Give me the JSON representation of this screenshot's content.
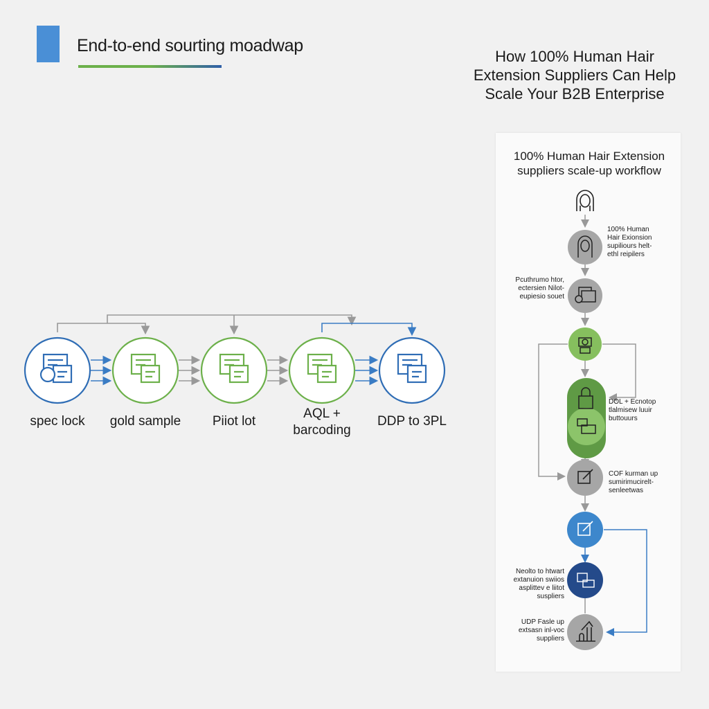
{
  "roadmap": {
    "title": "End-to-end sourting moadwap",
    "steps": [
      {
        "label": "spec lock",
        "icon": "document-search-lock-icon",
        "color": "#2f6db5"
      },
      {
        "label": "gold sample",
        "icon": "hair-sample-icon",
        "color": "#6cb04a"
      },
      {
        "label": "Piiot lot",
        "icon": "stacked-documents-icon",
        "color": "#6cb04a"
      },
      {
        "label": "AQL +",
        "label2": "barcoding",
        "icon": "edit-document-icon",
        "color": "#6cb04a"
      },
      {
        "label": "DDP to 3PL",
        "icon": "shipping-boards-icon",
        "color": "#2f6db5"
      }
    ]
  },
  "main_title": {
    "line1": "How 100% Human Hair",
    "line2": "Extension Suppliers Can Help",
    "line3": "Scale Your B2B Enterprise"
  },
  "workflow": {
    "title_line1": "100% Human Hair Extension",
    "title_line2": "suppliers scale-up workflow",
    "nodes": [
      {
        "icon": "woman-portrait-icon",
        "lines": [
          "100% Human",
          "Hair Exionsion",
          "supiliours helt-",
          "ethl reipilers"
        ]
      },
      {
        "icon": "documents-chat-icon",
        "lines": [
          "Pcuthrumo htor,",
          "ectersien Nilot-",
          "eupiesio souet"
        ]
      },
      {
        "icon": "scale-icon",
        "lines": []
      },
      {
        "icon": "lock-user-icon",
        "lines": [
          "DOL + Ecnotop",
          "tlalmisew luuir",
          "buttouurs"
        ]
      },
      {
        "icon": "edit-icon",
        "lines": [
          "COF kurman  up",
          "sumirimucirelt-",
          "senleetwas"
        ]
      },
      {
        "icon": "edit-blue-icon",
        "lines": []
      },
      {
        "icon": "boards-icon",
        "lines": [
          "Neolto to htwart",
          "extanuion swiios",
          "asplittev e liitot",
          "suspliers"
        ]
      },
      {
        "icon": "growth-chart-icon",
        "lines": [
          "UDP Fasle up",
          "extsasn inl-voc",
          "suppliers"
        ]
      }
    ]
  }
}
